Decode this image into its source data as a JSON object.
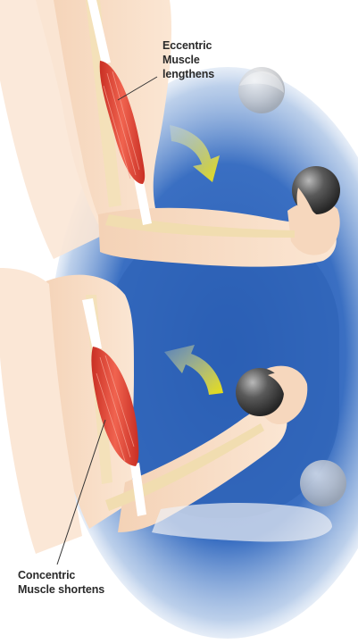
{
  "labels": {
    "eccentric": {
      "line1": "Eccentric",
      "line2": "Muscle",
      "line3": "lengthens"
    },
    "concentric": {
      "line1": "Concentric",
      "line2": "Muscle shortens"
    }
  },
  "colors": {
    "background_blue": "#2f62b6",
    "skin": "#f7dcc4",
    "skin_shadow": "#e8bfa0",
    "muscle": "#e2483a",
    "tendon": "#ffffff",
    "bone": "#f1ddb0",
    "ball": "#555555",
    "arrow": "#f2e21c",
    "ghost": "#c9cfd8"
  },
  "icons": {
    "lower_arrow": "down-curved-arrow-icon",
    "upper_arrow": "up-curved-arrow-icon"
  }
}
